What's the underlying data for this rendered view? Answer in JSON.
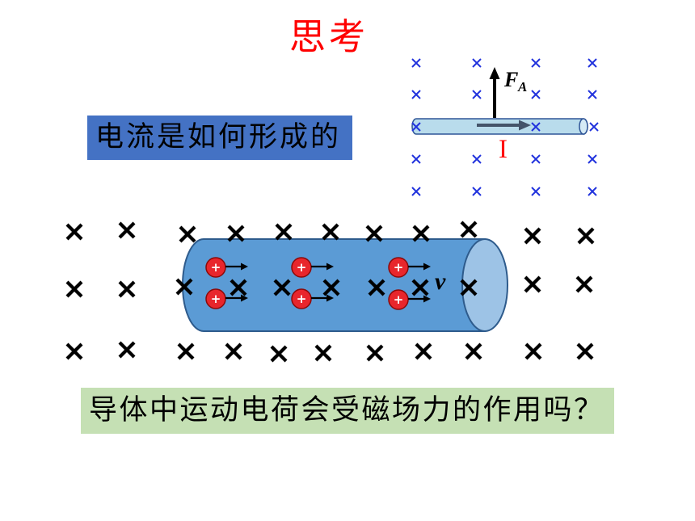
{
  "slide": {
    "title": "思考",
    "question_current": "电流是如何形成的",
    "question_force": "导体中运动电荷会受磁场力的作用吗？"
  },
  "rod_diagram": {
    "force_symbol": "F",
    "force_subscript": "A",
    "current_label": "I",
    "field_icon": "cross-into-page-icon"
  },
  "conductor_diagram": {
    "charge_sign": "+",
    "velocity_label": "v",
    "field_icon": "cross-into-page-icon",
    "charge_icon": "positive-charge-icon"
  },
  "colors": {
    "title": "#FF0000",
    "box_current": "#4472C4",
    "box_force": "#C5E0B4",
    "rod": "#B9DCEC",
    "field_small": "#2233DD",
    "field_large": "#000000",
    "conductor_body": "#5B9BD5",
    "conductor_end": "#9DC3E6",
    "charge": "#E8262C",
    "current_label": "#FF0000",
    "current_arrow": "#44546A"
  }
}
